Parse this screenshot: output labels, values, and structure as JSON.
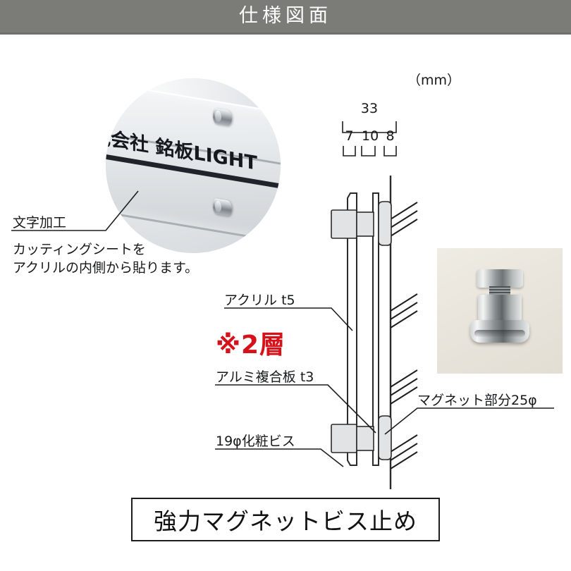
{
  "header": {
    "title": "仕様図面"
  },
  "photo_sign": {
    "name": "acrylic-sign-photo",
    "plate_text": "式会社 銘板LIGHT"
  },
  "photo_magnet": {
    "name": "magnet-screw-photo"
  },
  "annotations": {
    "unit": "（mm）",
    "moji_kakou": "文字加工",
    "cutting_sheet_line1": "カッティングシートを",
    "cutting_sheet_line2": "アクリルの内側から貼ります。",
    "acrylic": "アクリル t5",
    "two_layer": "※2層",
    "alumi": "アルミ複合板 t3",
    "screw": "19φ化粧ビス",
    "magnet": "マグネット部分25φ"
  },
  "dimensions": {
    "total": "33",
    "seg1": "7",
    "seg2": "10",
    "seg3": "8"
  },
  "caption": {
    "text": "強力マグネットビス止め"
  },
  "colors": {
    "header_bg": "#7b7c77",
    "header_text": "#ffffff",
    "accent_red": "#d5121a",
    "line": "#1d1d1d",
    "fill_gray": "#e2e3e4"
  }
}
